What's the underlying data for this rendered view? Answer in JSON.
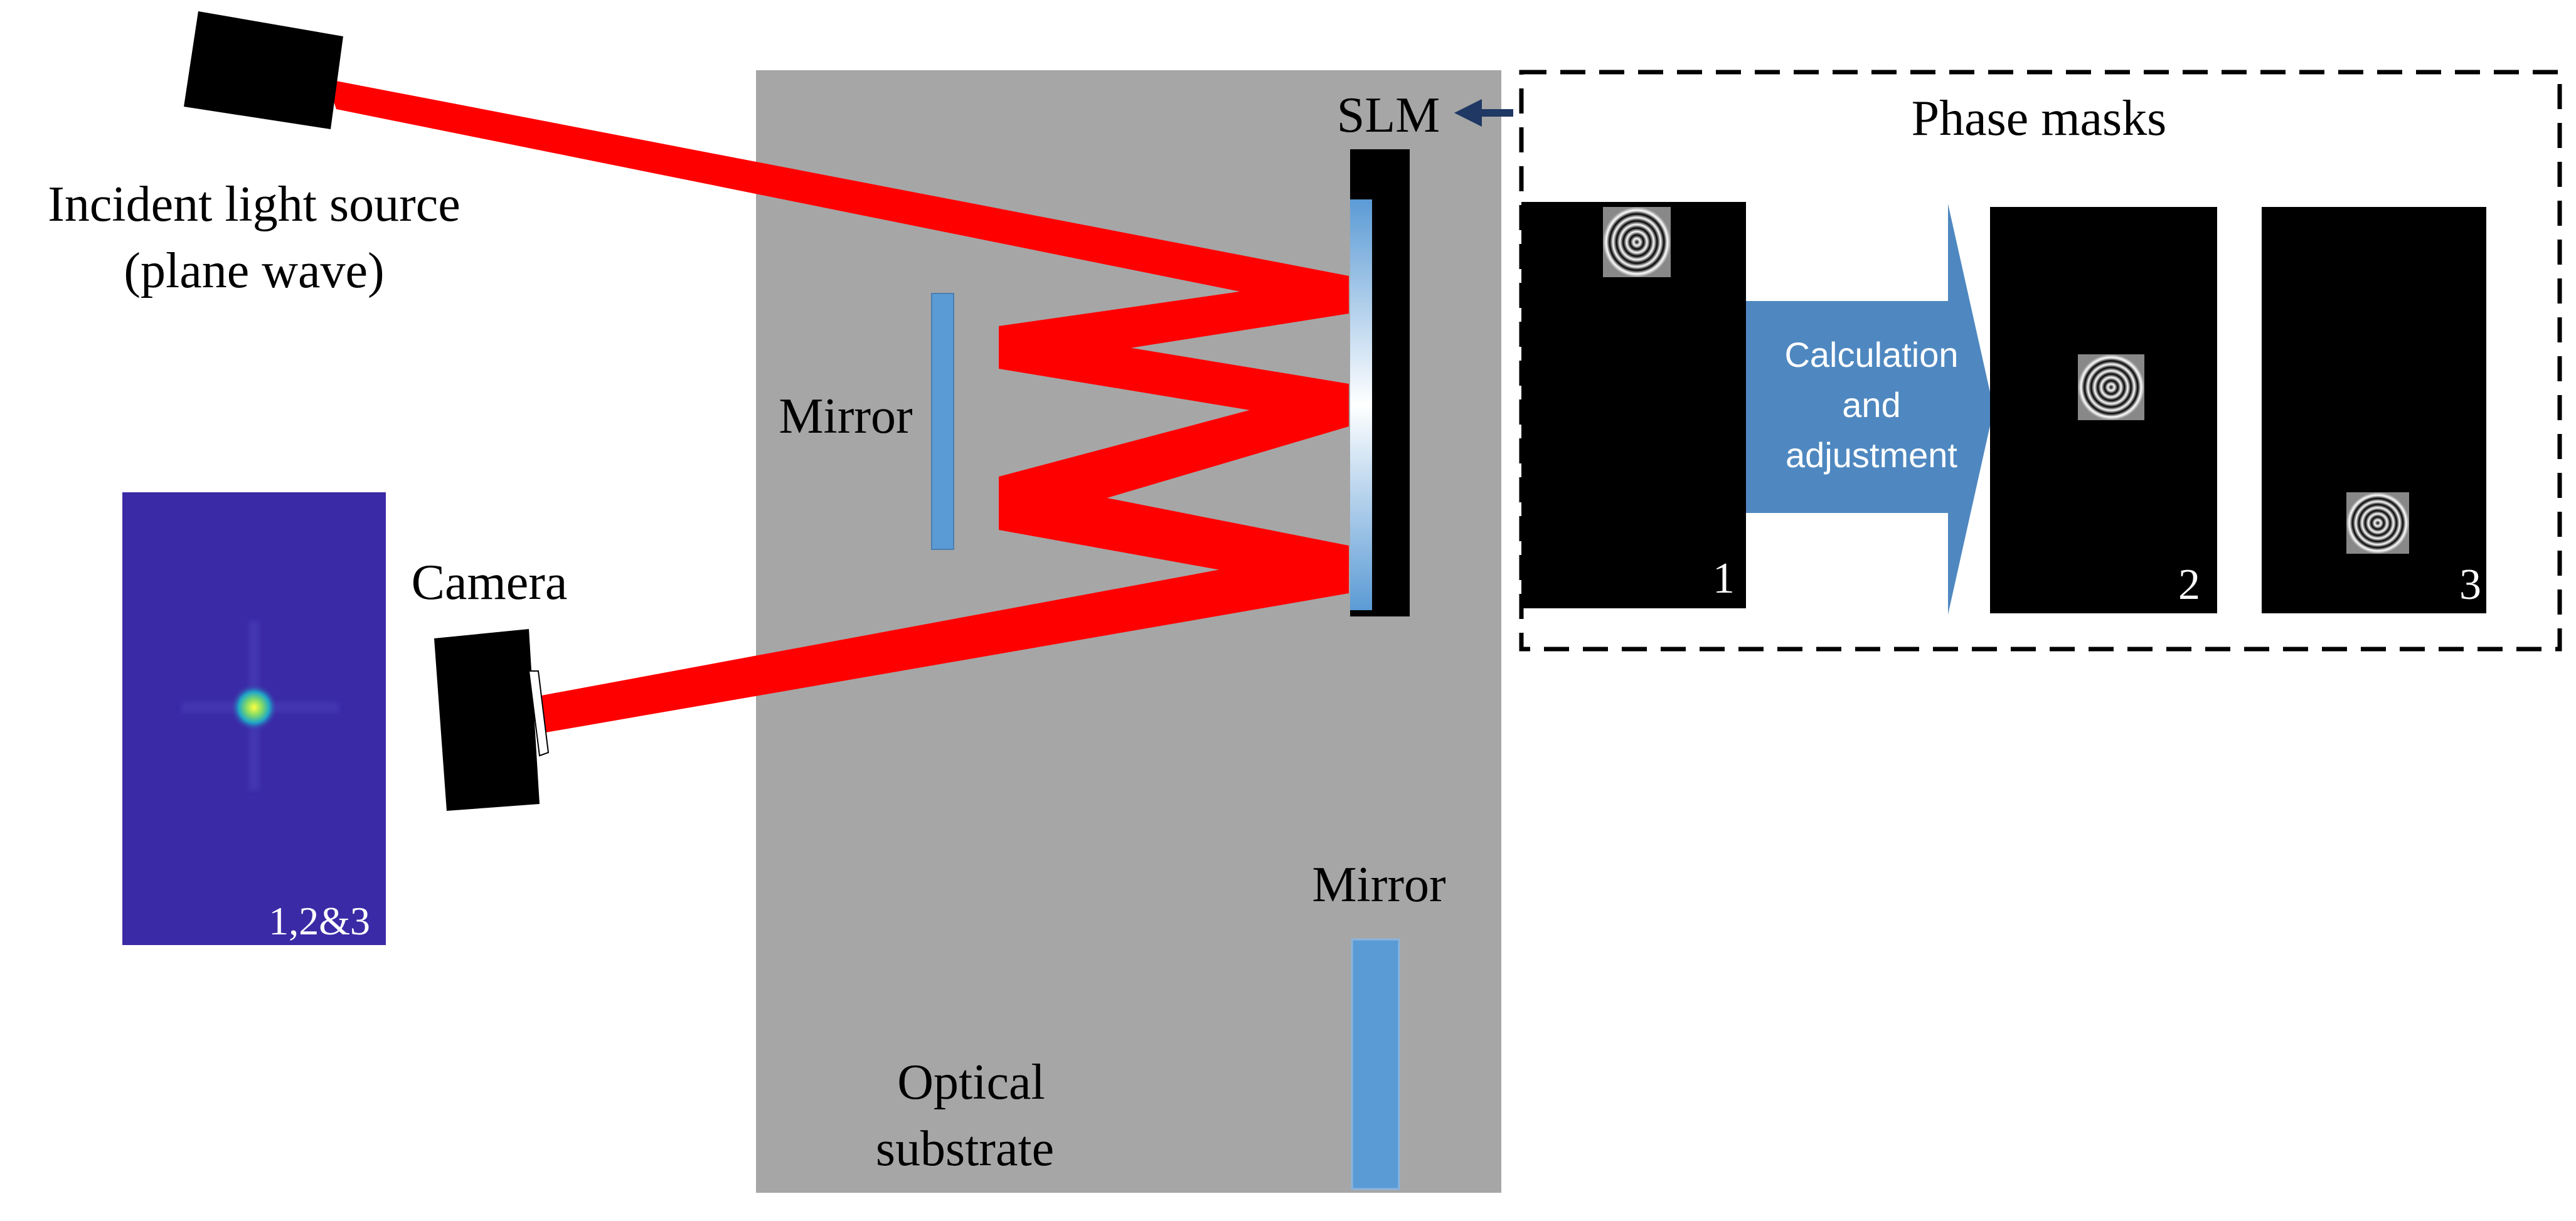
{
  "labels": {
    "light_source_line1": "Incident light source",
    "light_source_line2": "(plane wave)",
    "slm": "SLM",
    "mirror_upper": "Mirror",
    "mirror_lower": "Mirror",
    "camera": "Camera",
    "substrate_line1": "Optical",
    "substrate_line2": "substrate",
    "phase_masks_title": "Phase masks",
    "arrow_line1": "Calculation",
    "arrow_line2": "and",
    "arrow_line3": "adjustment",
    "intensity_caption": "1,2&3"
  },
  "masks": [
    {
      "number": "1"
    },
    {
      "number": "2"
    },
    {
      "number": "3"
    }
  ],
  "colors": {
    "beam": "#ff0000",
    "substrate": "#a6a6a6",
    "mirror": "#5b9bd5",
    "arrow_fill": "#4f88c0",
    "intensity_bg": "#3b2aa6",
    "pointer_arrow": "#1f3864",
    "device_body": "#000000"
  }
}
